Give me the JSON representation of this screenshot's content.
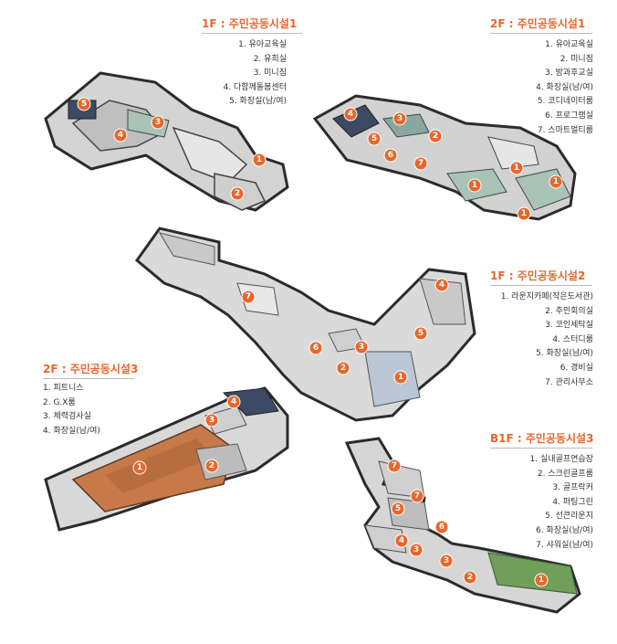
{
  "sections": [
    {
      "id": "1f-1",
      "title": "1F : 주민공동시설1",
      "items": [
        "1. 유아교육실",
        "2. 유희실",
        "3. 미니짐",
        "4. 다함께돌봄센터",
        "5. 화장실(남/여)"
      ]
    },
    {
      "id": "2f-1",
      "title": "2F : 주민공동시설1",
      "items": [
        "1. 유아교육실",
        "2. 미니짐",
        "3. 방과후교실",
        "4. 화장실(남/여)",
        "5. 코디네이터룸",
        "6. 프로그램실",
        "7. 스마트멀티룸"
      ]
    },
    {
      "id": "1f-2",
      "title": "1F : 주민공동시설2",
      "items": [
        "1. 라운지카페(작은도서관)",
        "2. 주민회의실",
        "3. 코인세탁실",
        "4. 스터디룸",
        "5. 화장실(남/여)",
        "6. 경비실",
        "7. 관리사무소"
      ]
    },
    {
      "id": "2f-3",
      "title": "2F : 주민공동시설3",
      "items": [
        "1. 피트니스",
        "2. G.X룸",
        "3. 체력검사실",
        "4. 화장실(남/여)"
      ]
    },
    {
      "id": "b1f-3",
      "title": "B1F : 주민공동시설3",
      "items": [
        "1. 실내골프연습장",
        "2. 스크린골프룸",
        "3. 골프락커",
        "4. 퍼팅그린",
        "5. 선큰라운지",
        "6. 화장실(남/여)",
        "7. 샤워실(남/여)"
      ]
    }
  ],
  "markers": {
    "1f-1": [
      "5",
      "4",
      "3",
      "1",
      "2"
    ],
    "2f-1": [
      "4",
      "3",
      "5",
      "2",
      "6",
      "7",
      "1",
      "1",
      "1",
      "1"
    ],
    "1f-2": [
      "4",
      "7",
      "6",
      "3",
      "5",
      "2",
      "1"
    ],
    "2f-3": [
      "4",
      "3",
      "1",
      "2"
    ],
    "b1f-3": [
      "7",
      "7",
      "5",
      "6",
      "4",
      "3",
      "3",
      "2",
      "1"
    ]
  },
  "colors": {
    "accent": "#e8672c",
    "wall": "#3a3a3a",
    "floor": "#dcdcdc"
  }
}
